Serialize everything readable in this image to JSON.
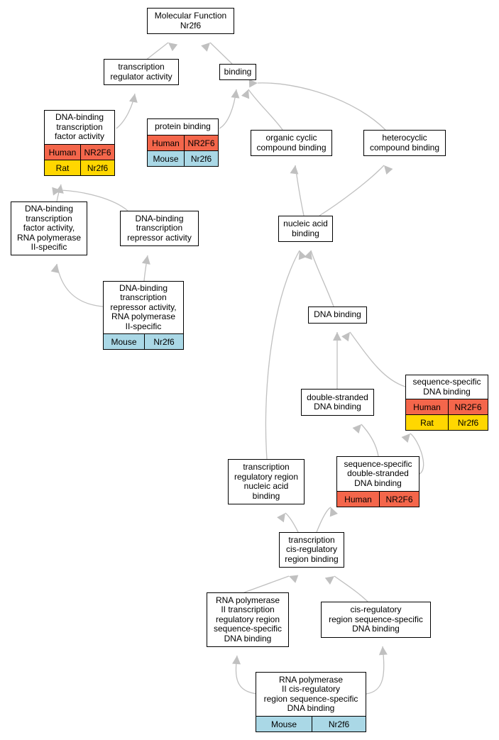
{
  "colors": {
    "Human": "#f4664b",
    "Rat": "#ffd700",
    "Mouse": "#aad8e6",
    "edge": "#c0c0c0"
  },
  "nodes": {
    "molecular_function": {
      "label": "Molecular Function\nNr2f6",
      "annotations": []
    },
    "transcription_regulator_activity": {
      "label": "transcription\nregulator activity",
      "annotations": []
    },
    "binding": {
      "label": "binding",
      "annotations": []
    },
    "dna_binding_tf_activity": {
      "label": "DNA-binding\ntranscription\nfactor activity",
      "annotations": [
        {
          "species": "Human",
          "gene": "NR2F6"
        },
        {
          "species": "Rat",
          "gene": "Nr2f6"
        }
      ]
    },
    "protein_binding": {
      "label": "protein binding",
      "annotations": [
        {
          "species": "Human",
          "gene": "NR2F6"
        },
        {
          "species": "Mouse",
          "gene": "Nr2f6"
        }
      ]
    },
    "organic_cyclic_compound_binding": {
      "label": "organic cyclic\ncompound binding",
      "annotations": []
    },
    "heterocyclic_compound_binding": {
      "label": "heterocyclic\ncompound binding",
      "annotations": []
    },
    "dna_binding_tf_activity_rnap2": {
      "label": "DNA-binding\ntranscription\nfactor activity,\nRNA polymerase\nII-specific",
      "annotations": []
    },
    "dna_binding_repressor_activity": {
      "label": "DNA-binding\ntranscription\nrepressor activity",
      "annotations": []
    },
    "nucleic_acid_binding": {
      "label": "nucleic acid\nbinding",
      "annotations": []
    },
    "dna_binding_repressor_activity_rnap2": {
      "label": "DNA-binding\ntranscription\nrepressor activity,\nRNA polymerase\nII-specific",
      "annotations": [
        {
          "species": "Mouse",
          "gene": "Nr2f6"
        }
      ]
    },
    "dna_binding": {
      "label": "DNA binding",
      "annotations": []
    },
    "sequence_specific_dna_binding": {
      "label": "sequence-specific\nDNA binding",
      "annotations": [
        {
          "species": "Human",
          "gene": "NR2F6"
        },
        {
          "species": "Rat",
          "gene": "Nr2f6"
        }
      ]
    },
    "double_stranded_dna_binding": {
      "label": "double-stranded\nDNA binding",
      "annotations": []
    },
    "transcription_regulatory_region_nab": {
      "label": "transcription\nregulatory region\nnucleic acid\nbinding",
      "annotations": []
    },
    "sequence_specific_ds_dna_binding": {
      "label": "sequence-specific\ndouble-stranded\nDNA binding",
      "annotations": [
        {
          "species": "Human",
          "gene": "NR2F6"
        }
      ]
    },
    "transcription_cis_regulatory_region_binding": {
      "label": "transcription\ncis-regulatory\nregion binding",
      "annotations": []
    },
    "rnap2_transcription_regulatory_region_ssdb": {
      "label": "RNA polymerase\nII transcription\nregulatory region\nsequence-specific\nDNA binding",
      "annotations": []
    },
    "cis_regulatory_region_ssdb": {
      "label": "cis-regulatory\nregion sequence-specific\nDNA binding",
      "annotations": []
    },
    "rnap2_cis_regulatory_region_ssdb": {
      "label": "RNA polymerase\nII cis-regulatory\nregion sequence-specific\nDNA binding",
      "annotations": [
        {
          "species": "Mouse",
          "gene": "Nr2f6"
        }
      ]
    }
  },
  "edges": [
    [
      "transcription_regulator_activity",
      "molecular_function"
    ],
    [
      "binding",
      "molecular_function"
    ],
    [
      "dna_binding_tf_activity",
      "transcription_regulator_activity"
    ],
    [
      "protein_binding",
      "binding"
    ],
    [
      "organic_cyclic_compound_binding",
      "binding"
    ],
    [
      "heterocyclic_compound_binding",
      "binding"
    ],
    [
      "dna_binding_tf_activity_rnap2",
      "dna_binding_tf_activity"
    ],
    [
      "dna_binding_repressor_activity",
      "dna_binding_tf_activity"
    ],
    [
      "nucleic_acid_binding",
      "organic_cyclic_compound_binding"
    ],
    [
      "nucleic_acid_binding",
      "heterocyclic_compound_binding"
    ],
    [
      "dna_binding_repressor_activity_rnap2",
      "dna_binding_tf_activity_rnap2"
    ],
    [
      "dna_binding_repressor_activity_rnap2",
      "dna_binding_repressor_activity"
    ],
    [
      "dna_binding",
      "nucleic_acid_binding"
    ],
    [
      "transcription_regulatory_region_nab",
      "nucleic_acid_binding"
    ],
    [
      "sequence_specific_dna_binding",
      "dna_binding"
    ],
    [
      "double_stranded_dna_binding",
      "dna_binding"
    ],
    [
      "sequence_specific_ds_dna_binding",
      "double_stranded_dna_binding"
    ],
    [
      "sequence_specific_ds_dna_binding",
      "sequence_specific_dna_binding"
    ],
    [
      "transcription_cis_regulatory_region_binding",
      "transcription_regulatory_region_nab"
    ],
    [
      "transcription_cis_regulatory_region_binding",
      "sequence_specific_ds_dna_binding"
    ],
    [
      "rnap2_transcription_regulatory_region_ssdb",
      "transcription_cis_regulatory_region_binding"
    ],
    [
      "cis_regulatory_region_ssdb",
      "transcription_cis_regulatory_region_binding"
    ],
    [
      "rnap2_cis_regulatory_region_ssdb",
      "rnap2_transcription_regulatory_region_ssdb"
    ],
    [
      "rnap2_cis_regulatory_region_ssdb",
      "cis_regulatory_region_ssdb"
    ]
  ]
}
